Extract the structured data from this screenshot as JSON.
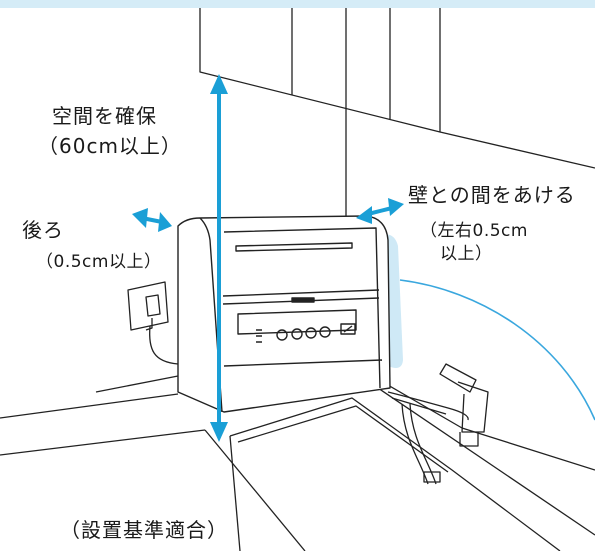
{
  "labels": {
    "space_title": "空間を確保",
    "space_value": "（60cm以上）",
    "back_title": "後ろ",
    "back_value": "（0.5cm以上）",
    "side_title": "壁との間をあける",
    "side_value_1": "（左右0.5cm",
    "side_value_2": "以上）",
    "caption": "（設置基準適合）"
  },
  "colors": {
    "accent_arrow": "#1a9fd6",
    "hose_line": "#3aa7de",
    "side_clearance_fill": "#cfe9f6",
    "top_band": "#d5ecf7",
    "line_art": "#222222"
  }
}
